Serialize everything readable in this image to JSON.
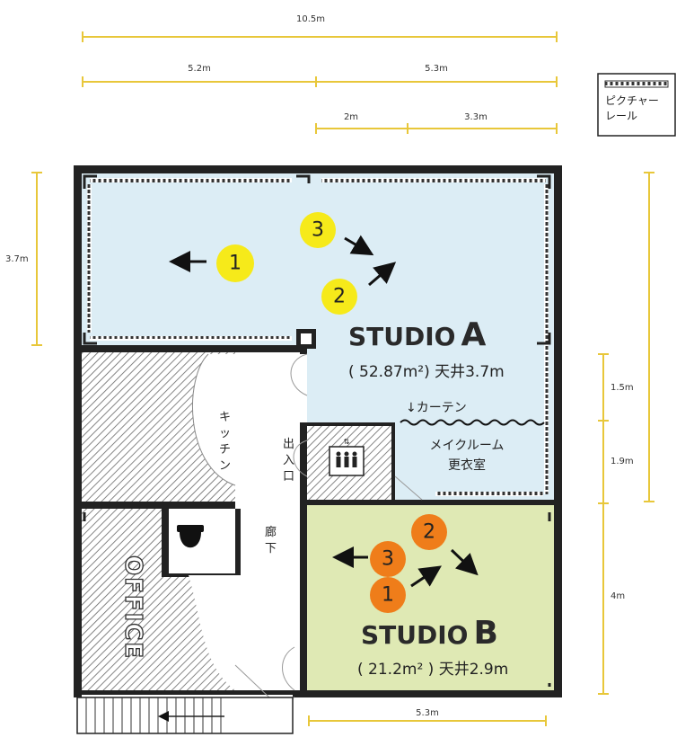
{
  "dimensions": {
    "total_width": "10.5m",
    "left_width": "5.2m",
    "right_width": "5.3m",
    "sub_left": "2m",
    "sub_right": "3.3m",
    "left_height": "3.7m",
    "right_upper": "1.5m",
    "right_middle": "1.9m",
    "right_lower": "4m",
    "bottom_width": "5.3m"
  },
  "legend": {
    "label_line1": "ピクチャー",
    "label_line2": "レール"
  },
  "studio_a": {
    "name_prefix": "STUDIO",
    "name_letter": "A",
    "area": "( 52.87m²) 天井3.7m",
    "badges": [
      "1",
      "2",
      "3"
    ],
    "color": "#dcedf5"
  },
  "studio_b": {
    "name_prefix": "STUDIO",
    "name_letter": "B",
    "area": "( 21.2m² ) 天井2.9m",
    "badges": [
      "1",
      "2",
      "3"
    ],
    "color": "#dfe9b4"
  },
  "labels": {
    "curtain": "↓カーテン",
    "makeup_line1": "メイクルーム",
    "makeup_line2": "更衣室",
    "kitchen": [
      "キ",
      "ッ",
      "チ",
      "ン"
    ],
    "entrance": [
      "出",
      "入",
      "口"
    ],
    "hallway": [
      "廊",
      "下"
    ],
    "office": "OFFICE"
  },
  "colors": {
    "badge_yellow": "#f6ea1a",
    "badge_orange": "#ef7d1a",
    "dimension_line": "#e8c73a",
    "wall": "#222222"
  }
}
